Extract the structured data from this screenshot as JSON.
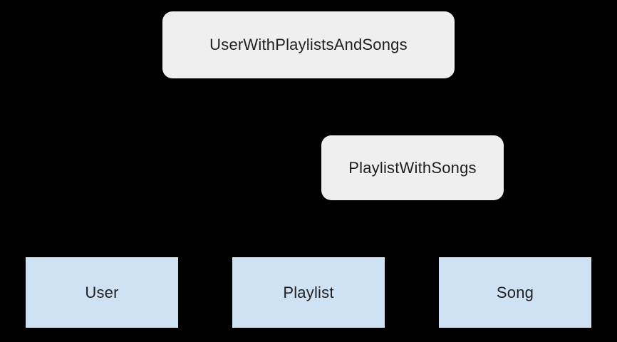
{
  "diagram": {
    "colors": {
      "background": "#000000",
      "relation_fill": "#efefef",
      "entity_fill": "#cfe2f3",
      "text": "#1f1f1f"
    },
    "nodes": {
      "user_with_playlists_and_songs": {
        "label": "UserWithPlaylistsAndSongs",
        "type": "relation"
      },
      "playlist_with_songs": {
        "label": "PlaylistWithSongs",
        "type": "relation"
      },
      "user": {
        "label": "User",
        "type": "entity"
      },
      "playlist": {
        "label": "Playlist",
        "type": "entity"
      },
      "song": {
        "label": "Song",
        "type": "entity"
      }
    }
  }
}
